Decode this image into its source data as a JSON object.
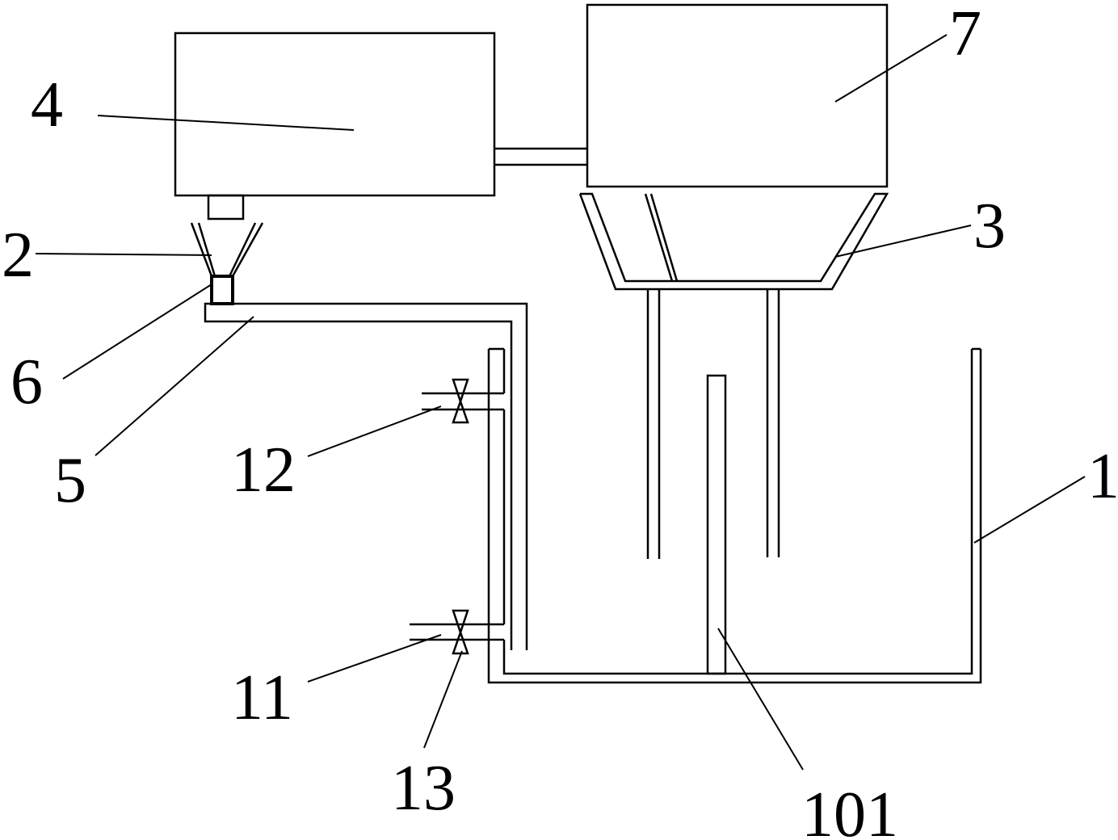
{
  "labels": {
    "tank": "1",
    "left_hopper": "2",
    "right_hopper": "3",
    "left_box": "4",
    "feed_pipe": "5",
    "outlet": "6",
    "right_box": "7",
    "lower_valve_inlet": "11",
    "upper_valve_inlet": "12",
    "valve": "13",
    "baffle": "101"
  },
  "colors": {
    "ink": "#000000",
    "background": "#ffffff"
  }
}
